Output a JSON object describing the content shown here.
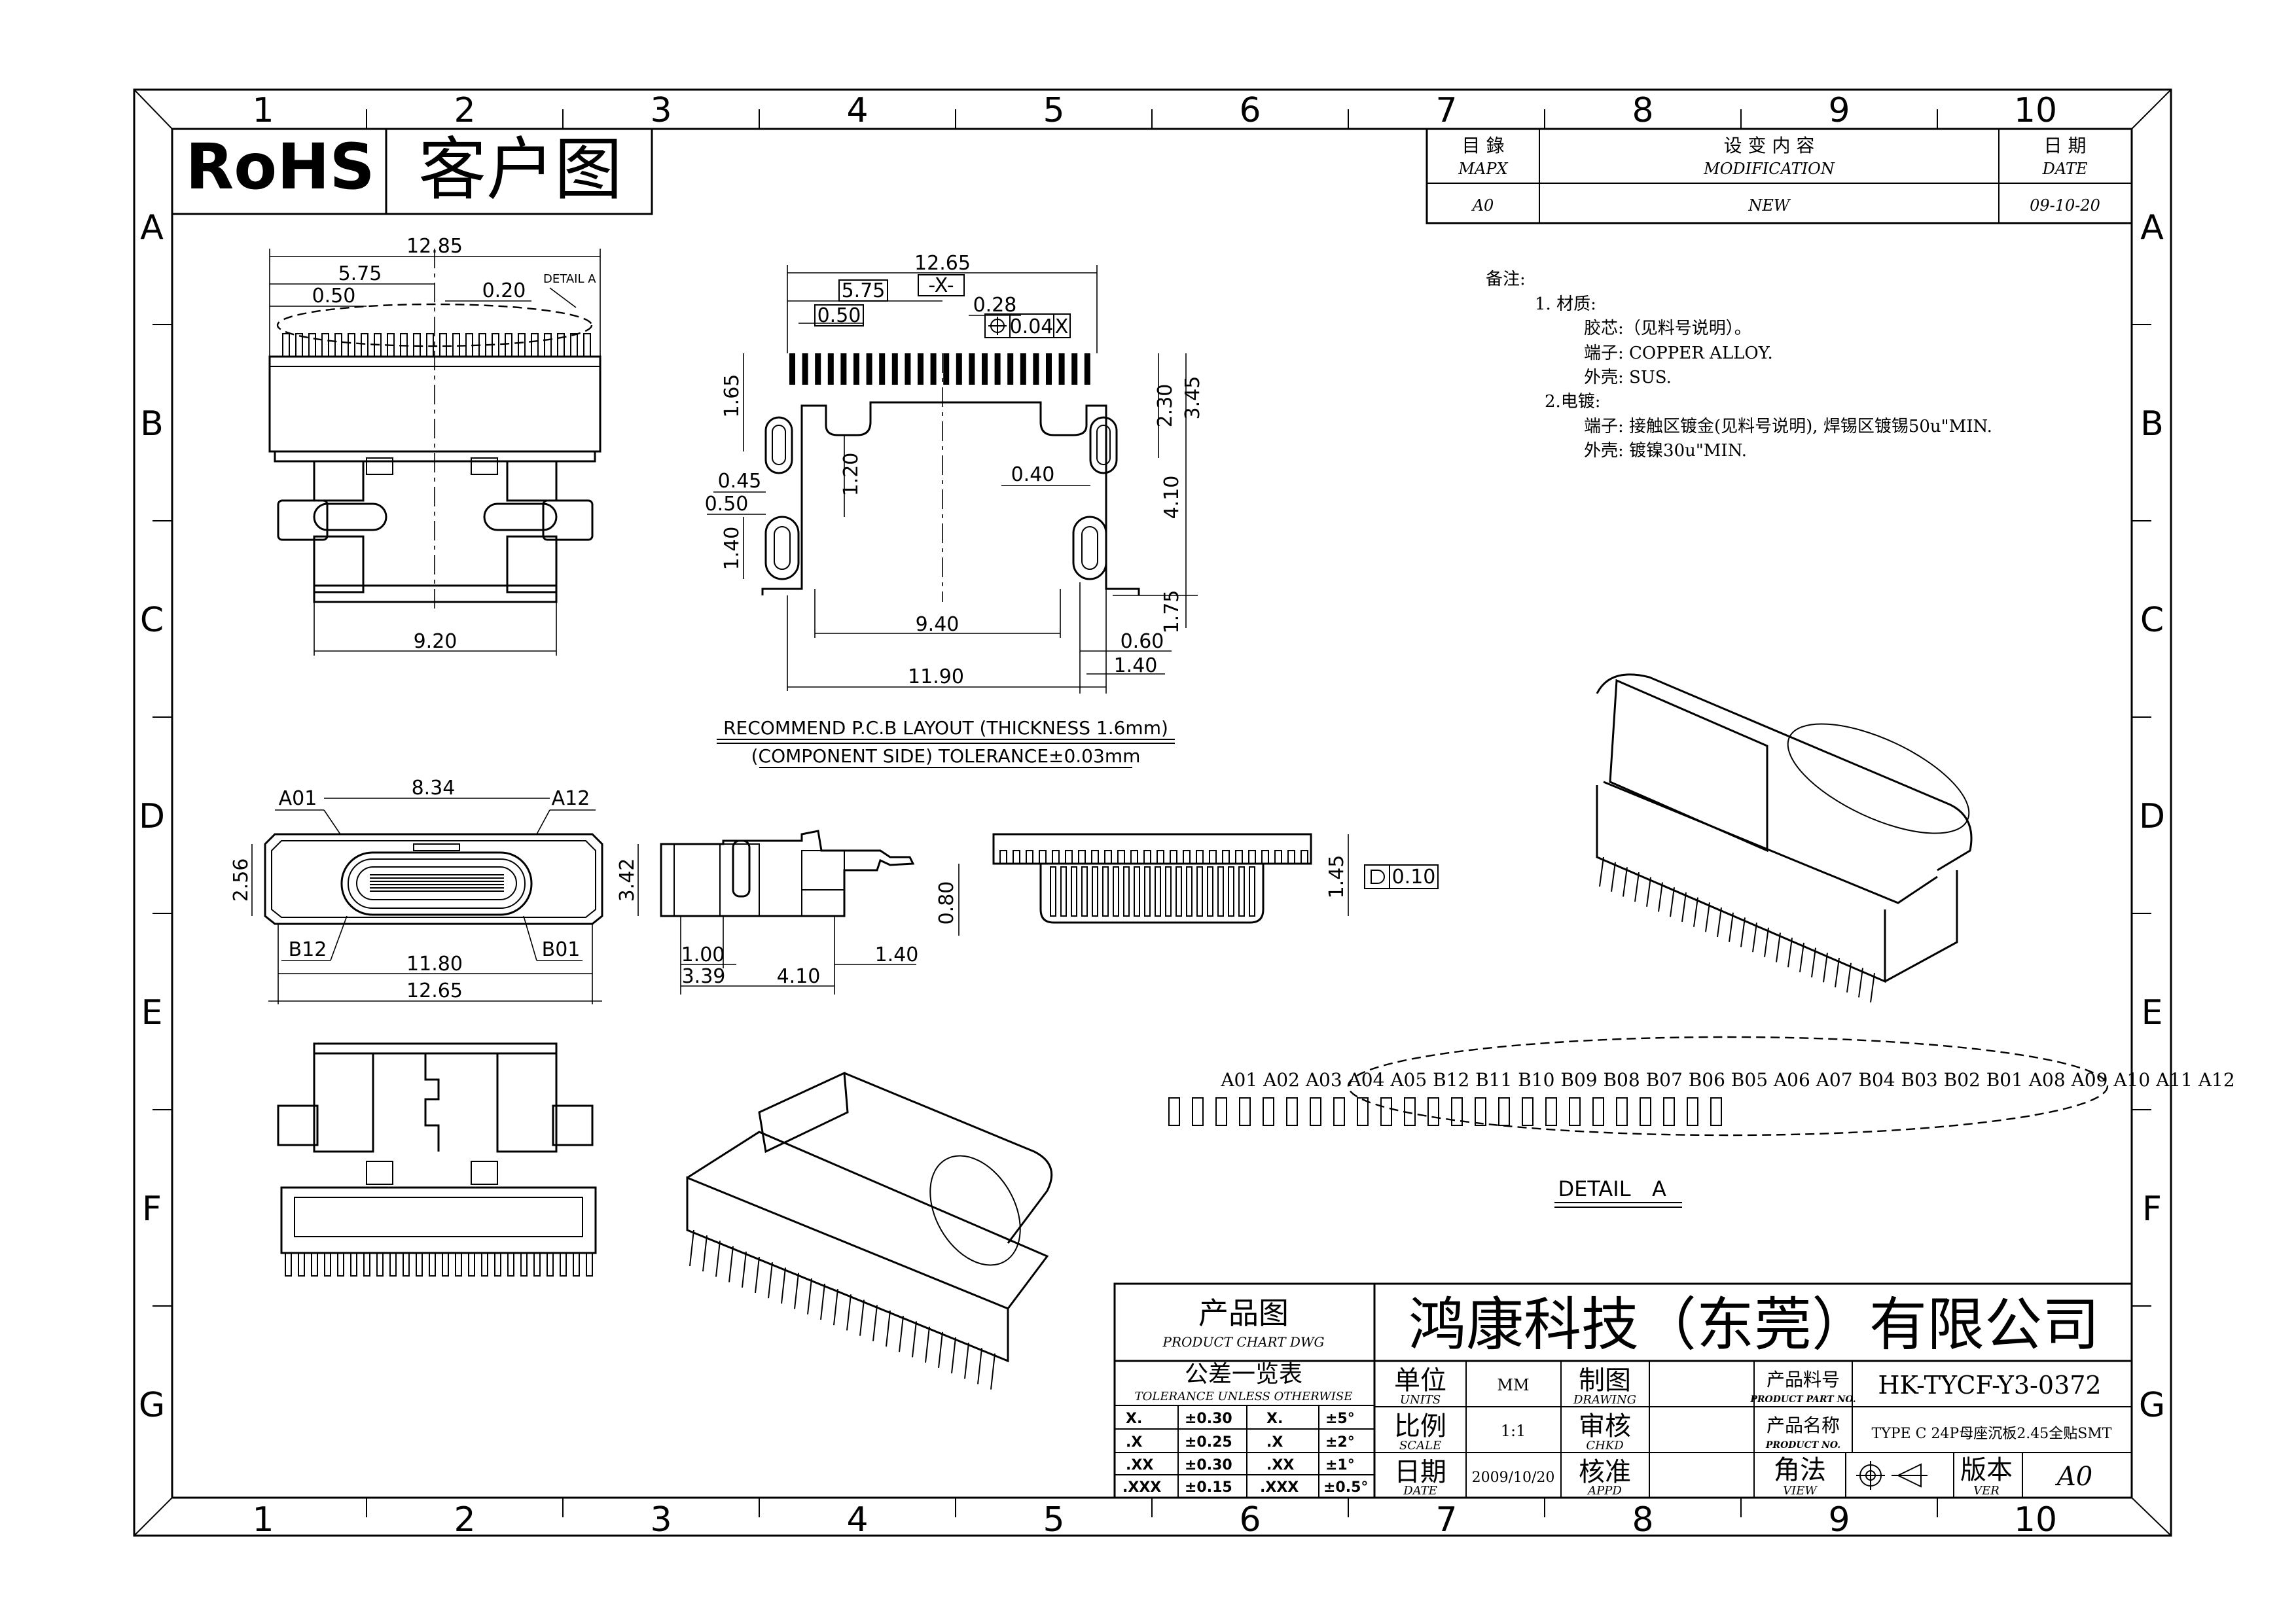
{
  "grid": {
    "cols": [
      "1",
      "2",
      "3",
      "4",
      "5",
      "6",
      "7",
      "8",
      "9",
      "10"
    ],
    "rows": [
      "A",
      "B",
      "C",
      "D",
      "E",
      "F",
      "G"
    ]
  },
  "header": {
    "rohs": "RoHS",
    "title": "客户图"
  },
  "revision": {
    "col1_cn": "目 錄",
    "col1_en": "MAPX",
    "col2_cn": "设 变 内 容",
    "col2_en": "MODIFICATION",
    "col3_cn": "日 期",
    "col3_en": "DATE",
    "row_ver": "A0",
    "row_mod": "NEW",
    "row_date": "09-10-20"
  },
  "notes": {
    "title": "备注:",
    "l1": "1.  材质:",
    "l2": "胶芯:（见料号说明）。",
    "l3": "端子: COPPER ALLOY.",
    "l4": "外壳: SUS.",
    "l5": "2.电镀:",
    "l6": "端子: 接触区镀金(见料号说明),  焊锡区镀锡50u\"MIN.",
    "l7": "外壳: 镀镍30u\"MIN."
  },
  "top_view": {
    "d_width": "12.85",
    "d_575": "5.75",
    "d_050": "0.50",
    "d_020": "0.20",
    "detail_tag": "DETAIL A",
    "d_920": "9.20"
  },
  "pcb": {
    "d_1265": "12.65",
    "datum": "-X-",
    "d_575": "5.75",
    "d_050": "0.50",
    "d_028": "0.28",
    "tol": "0.04",
    "tol_ref": "X",
    "d_165": "1.65",
    "d_045": "0.45",
    "d_050b": "0.50",
    "d_140": "1.40",
    "d_120": "1.20",
    "d_040": "0.40",
    "d_230": "2.30",
    "d_345": "3.45",
    "d_410": "4.10",
    "d_175": "1.75",
    "d_940": "9.40",
    "d_060": "0.60",
    "d_140b": "1.40",
    "d_1190": "11.90",
    "caption1": "RECOMMEND P.C.B LAYOUT (THICKNESS 1.6mm)",
    "caption2": "(COMPONENT SIDE) TOLERANCE±0.03mm"
  },
  "front_view": {
    "d_834": "8.34",
    "a01": "A01",
    "a12": "A12",
    "d_256": "2.56",
    "b12": "B12",
    "b01": "B01",
    "d_1180": "11.80",
    "d_1265": "12.65"
  },
  "side_view": {
    "d_342": "3.42",
    "d_080": "0.80",
    "d_100": "1.00",
    "d_140": "1.40",
    "d_339": "3.39",
    "d_410": "4.10"
  },
  "rear_view": {
    "d_145": "1.45",
    "flat": "0.10"
  },
  "detail_a": {
    "pins": "A01 A02 A03 A04 A05 B12 B11 B10 B09 B08 B07 B06 B05 A06 A07 B04 B03 B02 B01 A08 A09 A10 A11 A12",
    "label": "DETAIL",
    "letter": "A"
  },
  "title_block": {
    "product_chart_cn": "产品图",
    "product_chart_en": "PRODUCT CHART DWG",
    "company": "鸿康科技（东莞）有限公司",
    "tol_cn": "公差一览表",
    "tol_en": "TOLERANCE UNLESS OTHERWISE",
    "tol_rows": [
      [
        "X.",
        "±0.30",
        "X.",
        "±5°"
      ],
      [
        ".X",
        "±0.25",
        ".X",
        "±2°"
      ],
      [
        ".XX",
        "±0.30",
        ".XX",
        "±1°"
      ],
      [
        ".XXX",
        "±0.15",
        ".XXX",
        "±0.5°"
      ]
    ],
    "units_cn": "单位",
    "units_en": "UNITS",
    "units_val": "MM",
    "scale_cn": "比例",
    "scale_en": "SCALE",
    "scale_val": "1:1",
    "date_cn": "日期",
    "date_en": "DATE",
    "date_val": "2009/10/20",
    "drawing_cn": "制图",
    "drawing_en": "DRAWING",
    "chkd_cn": "审核",
    "chkd_en": "CHKD",
    "appd_cn": "核准",
    "appd_en": "APPD",
    "part_cn": "产品料号",
    "part_en": "PRODUCT PART NO.",
    "part_val": "HK-TYCF-Y3-0372",
    "name_cn": "产品名称",
    "name_en": "PRODUCT NO.",
    "name_val": "TYPE C 24P母座沉板2.45全贴SMT",
    "view_cn": "角法",
    "view_en": "VIEW",
    "ver_cn": "版本",
    "ver_en": "VER",
    "ver_val": "A0"
  }
}
